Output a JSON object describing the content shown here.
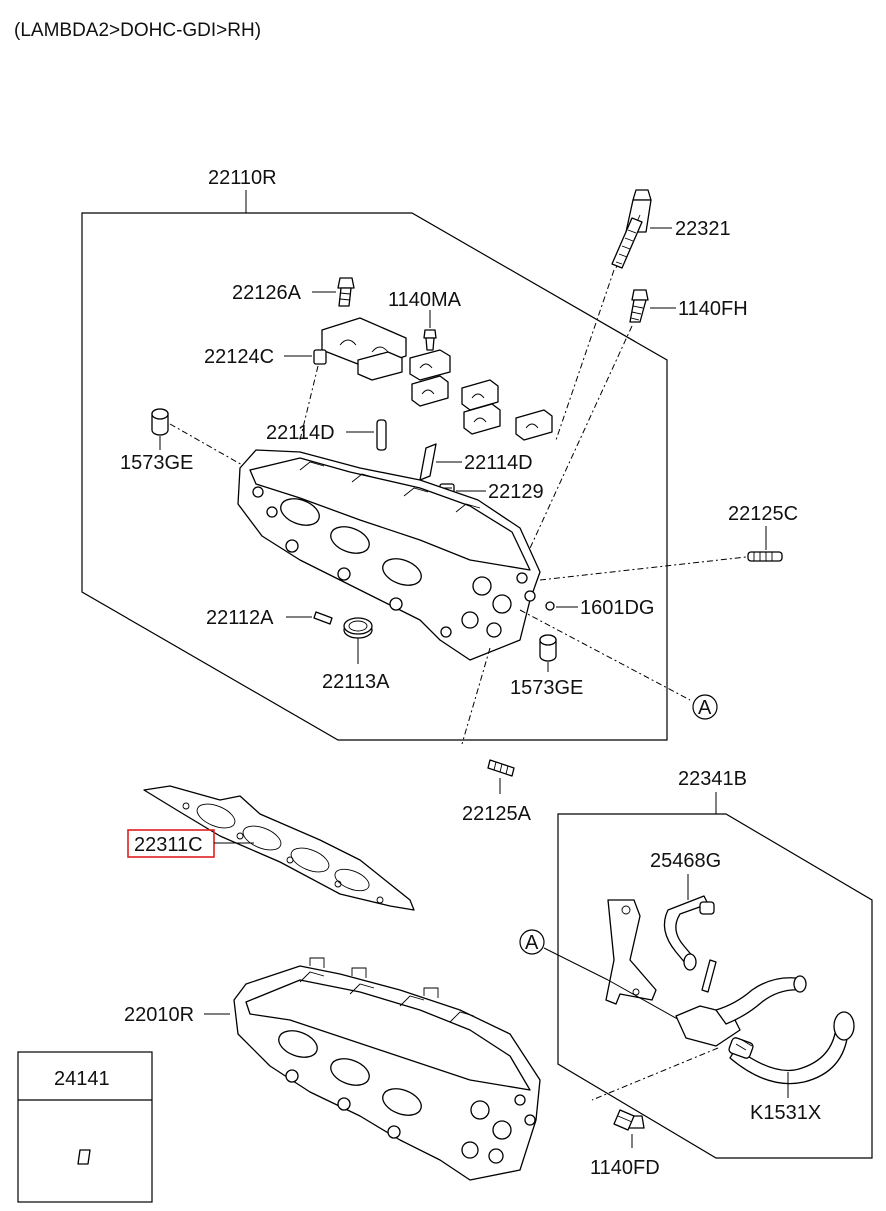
{
  "header": "(LAMBDA2>DOHC-GDI>RH)",
  "callout_letter": "A",
  "labels": {
    "p22110R": "22110R",
    "p22321": "22321",
    "p22126A": "22126A",
    "p1140MA": "1140MA",
    "p1140FH": "1140FH",
    "p22124C": "22124C",
    "p1573GE_left": "1573GE",
    "p22114D_left": "22114D",
    "p22114D_right": "22114D",
    "p22129": "22129",
    "p22125C": "22125C",
    "p1601DG": "1601DG",
    "p22112A": "22112A",
    "p22113A": "22113A",
    "p1573GE_right": "1573GE",
    "p22341B": "22341B",
    "p22125A": "22125A",
    "p22311C": "22311C",
    "p25468G": "25468G",
    "p22010R": "22010R",
    "p24141": "24141",
    "pK1531X": "K1531X",
    "p1140FD": "1140FD"
  },
  "highlighted_part": "22311C"
}
